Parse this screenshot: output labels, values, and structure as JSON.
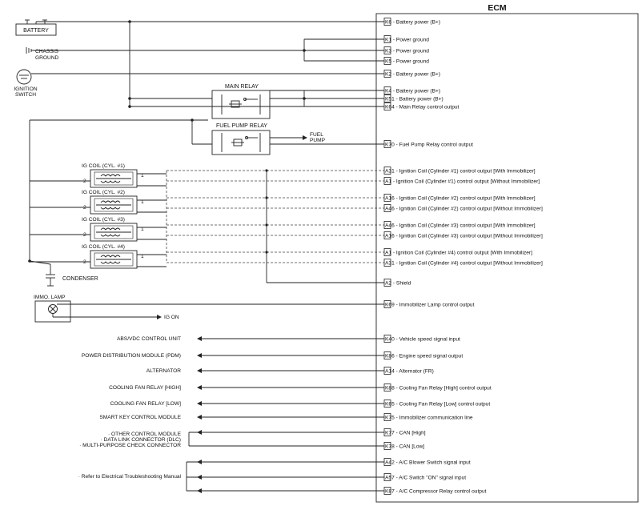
{
  "title": "ECM",
  "components": {
    "battery": "BATTERY",
    "chassis_ground_1": "CHASSIS",
    "chassis_ground_2": "GROUND",
    "ignition_1": "IGNITION",
    "ignition_2": "SWITCH",
    "main_relay": "MAIN RELAY",
    "fuel_pump_relay": "FUEL PUMP RELAY",
    "fuel_pump_1": "FUEL",
    "fuel_pump_2": "PUMP",
    "coils": [
      {
        "label": "IG COIL (CYL. #1)",
        "pin_a": "2",
        "pin_b": "1"
      },
      {
        "label": "IG COIL (CYL. #2)",
        "pin_a": "2",
        "pin_b": "1"
      },
      {
        "label": "IG COIL (CYL. #3)",
        "pin_a": "2",
        "pin_b": "1"
      },
      {
        "label": "IG COIL (CYL. #4)",
        "pin_a": "2",
        "pin_b": "1"
      }
    ],
    "condenser": "CONDENSER",
    "immo_lamp": "IMMO. LAMP",
    "ig_on": "IG ON"
  },
  "pins": [
    {
      "code": "K6",
      "desc": "Battery power (B+)"
    },
    {
      "code": "K1",
      "desc": "Power ground"
    },
    {
      "code": "K3",
      "desc": "Power ground"
    },
    {
      "code": "K5",
      "desc": "Power ground"
    },
    {
      "code": "K2",
      "desc": "Battery power (B+)"
    },
    {
      "code": "K4",
      "desc": "Battery power (B+)"
    },
    {
      "code": "K51",
      "desc": "Battery power (B+)"
    },
    {
      "code": "K64",
      "desc": "Main Relay control output"
    },
    {
      "code": "K70",
      "desc": "Fuel Pump Relay control output"
    },
    {
      "code": "A31",
      "desc": "Ignition Coil (Cylinder #1) control output [With Immobilizer]"
    },
    {
      "code": "A1",
      "desc": "Ignition Coil (Cylinder #1) control output [Without Immobilizer]"
    },
    {
      "code": "A16",
      "desc": "Ignition Coil (Cylinder #2) control output [With Immobilizer]"
    },
    {
      "code": "A46",
      "desc": "Ignition Coil (Cylinder #2) control output [Without Immobilizer]"
    },
    {
      "code": "A46",
      "desc": "Ignition Coil (Cylinder #3) control output [With Immobilizer]"
    },
    {
      "code": "A16",
      "desc": "Ignition Coil (Cylinder #3) control output [Without Immobilizer]"
    },
    {
      "code": "A1",
      "desc": "Ignition Coil (Cylinder #4) control output [With Immobilizer]"
    },
    {
      "code": "A31",
      "desc": "Ignition Coil (Cylinder #4) control output [Without Immobilizer]"
    },
    {
      "code": "A2",
      "desc": "Shield"
    },
    {
      "code": "K69",
      "desc": "Immobilizer Lamp control output"
    },
    {
      "code": "K40",
      "desc": "Vehicle speed signal input"
    },
    {
      "code": "K86",
      "desc": "Engine speed signal output"
    },
    {
      "code": "A14",
      "desc": "Alternator (FR)"
    },
    {
      "code": "K88",
      "desc": "Cooling Fan Relay [High] control output"
    },
    {
      "code": "K65",
      "desc": "Cooling Fan Relay [Low] control output"
    },
    {
      "code": "K75",
      "desc": "Immobilizer communication line"
    },
    {
      "code": "K77",
      "desc": "CAN [High]"
    },
    {
      "code": "K78",
      "desc": "CAN [Low]"
    },
    {
      "code": "A42",
      "desc": "A/C Blower Switch signal input"
    },
    {
      "code": "A57",
      "desc": "A/C Switch \"ON\" signal input"
    },
    {
      "code": "K87",
      "desc": "A/C Compressor Relay control output"
    }
  ],
  "external": [
    "ABS/VDC CONTROL UNIT",
    "POWER DISTRIBUTION MODULE (PDM)",
    "ALTERNATOR",
    "COOLING FAN RELAY [HIGH]",
    "COOLING FAN RELAY [LOW]",
    "SMART KEY CONTROL MODULE"
  ],
  "can_group": [
    "· OTHER CONTROL MODULE",
    "· DATA LINK CONNECTOR (DLC)",
    "· MULTI-PURPOSE CHECK CONNECTOR"
  ],
  "ac_group": "· Refer to Electrical Troubleshooting Manual"
}
